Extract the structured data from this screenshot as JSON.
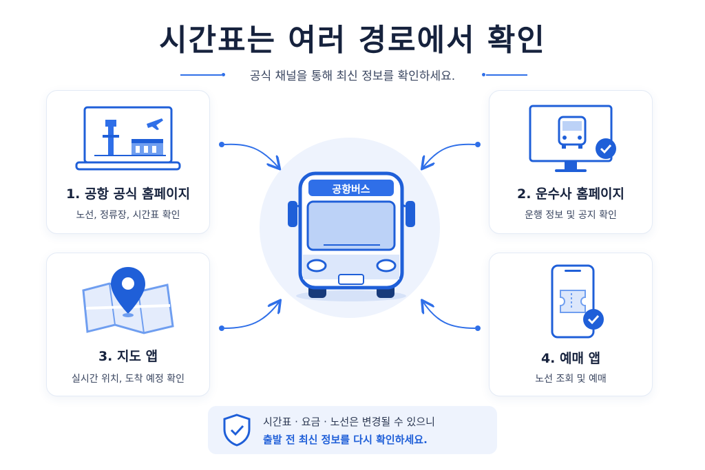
{
  "header": {
    "title": "시간표는 여러 경로에서 확인",
    "subtitle": "공식 채널을 통해 최신 정보를 확인하세요."
  },
  "center": {
    "bus_sign": "공항버스"
  },
  "cards": [
    {
      "title": "1. 공항 공식 홈페이지",
      "desc": "노선, 정류장, 시간표 확인",
      "icon": "airport-laptop-icon"
    },
    {
      "title": "2. 운수사 홈페이지",
      "desc": "운행 정보 및 공지 확인",
      "icon": "monitor-bus-check-icon"
    },
    {
      "title": "3. 지도 앱",
      "desc": "실시간 위치, 도착 예정 확인",
      "icon": "map-pin-icon"
    },
    {
      "title": "4. 예매 앱",
      "desc": "노선 조회 및 예매",
      "icon": "phone-ticket-check-icon"
    }
  ],
  "notice": {
    "line1": "시간표 · 요금 · 노선은 변경될 수 있으니",
    "line2": "출발 전 최신 정보를 다시 확인하세요.",
    "icon": "shield-check-icon"
  },
  "colors": {
    "accent": "#2f6fe8",
    "title": "#16223d",
    "circle_bg": "#eef3fd"
  }
}
